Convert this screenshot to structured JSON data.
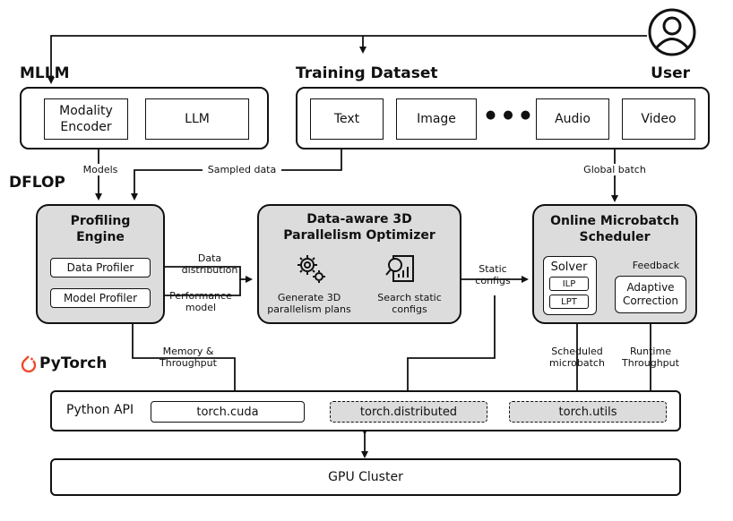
{
  "user": {
    "label": "User"
  },
  "mllm": {
    "title": "MLLM",
    "components": [
      "Modality\nEncoder",
      "LLM"
    ]
  },
  "dataset": {
    "title": "Training Dataset",
    "items": [
      "Text",
      "Image",
      "Audio",
      "Video"
    ],
    "ellipsis": "● ● ●"
  },
  "dflop": {
    "title": "DFLOP",
    "edge_labels": {
      "models": "Models",
      "sampled_data": "Sampled data",
      "global_batch": "Global batch",
      "data_distribution": "Data\ndistribution",
      "performance_model": "Performance\nmodel",
      "static_configs": "Static\nconfigs",
      "feedback": "Feedback"
    },
    "profiling_engine": {
      "title": "Profiling\nEngine",
      "data_profiler": "Data Profiler",
      "model_profiler": "Model Profiler"
    },
    "optimizer": {
      "title": "Data-aware 3D\nParallelism Optimizer",
      "step1": "Generate 3D\nparallelism plans",
      "step2": "Search static\nconfigs"
    },
    "scheduler": {
      "title": "Online Microbatch\nScheduler",
      "solver": "Solver",
      "ilp": "ILP",
      "lpt": "LPT",
      "adaptive": "Adaptive\nCorrection"
    }
  },
  "pytorch": {
    "title": "PyTorch",
    "edge_labels": {
      "memory": "Memory &\nThroughput",
      "scheduled": "Scheduled\nmicrobatch",
      "runtime": "Runtime\nThroughput"
    },
    "python_api": "Python API",
    "modules": [
      "torch.cuda",
      "torch.distributed",
      "torch.utils"
    ],
    "gpu_cluster": "GPU Cluster",
    "brand_color": "#ee4c2c"
  }
}
